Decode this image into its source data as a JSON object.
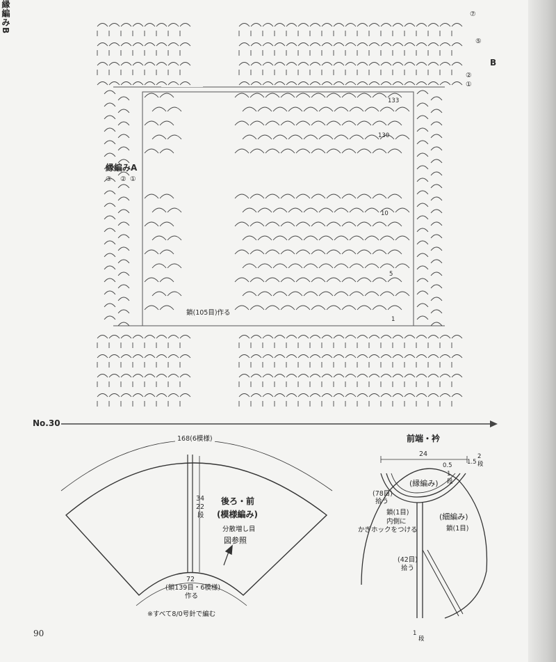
{
  "chart_top": {
    "edging_b_label": "縁編みB",
    "edging_b_b": "B",
    "edging_b_rows": [
      "⑦",
      "⑤",
      "②",
      "①"
    ],
    "edging_a_label": "縁編みA",
    "edging_a_rows": [
      "③",
      "②",
      "①"
    ],
    "row_markers": [
      "133",
      "130",
      "10",
      "5",
      "1"
    ],
    "foundation": "鎖(105目)作る"
  },
  "no_label": "No.30",
  "back_front": {
    "width": "168(6模様)",
    "height_num": "34",
    "height_rows": "22",
    "height_unit": "段",
    "title": "後ろ・前",
    "subtitle": "(模様編み)",
    "note1": "分散増し目",
    "note2": "図参照",
    "bottom_num": "72",
    "bottom_detail": "(鎖139目・6模様)",
    "bottom_make": "作る"
  },
  "front_edge": {
    "title": "前端・衿",
    "width": "24",
    "l05": "0.5",
    "l1dan": "1",
    "l1dan_unit": "段",
    "l15": "1.5",
    "l2dan": "2",
    "l2dan_unit": "段",
    "en_label": "(縁編み)",
    "pick78": "(78目)",
    "pick78_b": "拾う",
    "chain1": "鎖(1目)",
    "inner": "内側に",
    "hook": "かぎホックをつける",
    "hosome": "(細編み)",
    "chain1b": "鎖(1目)",
    "pick42": "(42目)",
    "pick42_b": "拾う",
    "bot1": "1",
    "bot1_unit": "段"
  },
  "note_all": "※すべて8/0号針で編む",
  "page_number": "90"
}
